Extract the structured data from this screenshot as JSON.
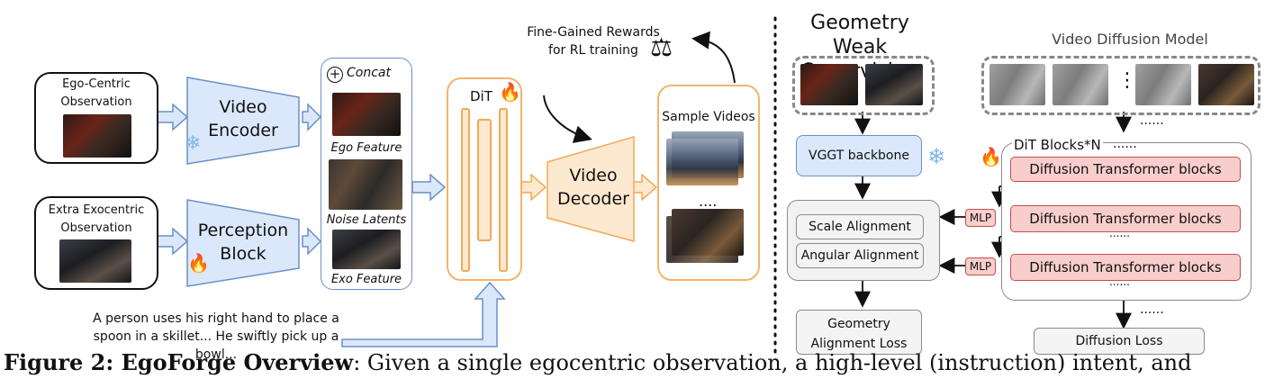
{
  "left": {
    "ego_obs_label": "Ego-Centric Observation",
    "exo_obs_label": "Extra Exocentric Observation",
    "video_encoder": "Video Encoder",
    "perception_block": "Perception Block",
    "concat_label": "Concat",
    "features": [
      "Ego Feature",
      "Noise Latents",
      "Exo Feature"
    ],
    "dit_label": "DiT",
    "video_decoder": "Video Decoder",
    "reward_label": "Fine-Gained Rewards for RL training",
    "sample_videos_label": "Sample Videos",
    "sample_dots": "....",
    "prompt_text": "A person uses his right hand to place a spoon in a skillet... He swiftly pick up a bowl..."
  },
  "middle": {
    "title": "Geometry Weak Supervision",
    "backbone": "VGGT backbone",
    "scale_alignment": "Scale Alignment",
    "angular_alignment": "Angular Alignment",
    "loss": "Geometry Alignment Loss"
  },
  "right": {
    "title": "Video Diffusion Model",
    "frame_dots": "⋮",
    "dots_top": "......",
    "dit_blocks_label": "DiT Blocks*N",
    "dit_blocks_dots": "......",
    "blocks": [
      "Diffusion Transformer blocks",
      "Diffusion Transformer blocks",
      "Diffusion Transformer blocks"
    ],
    "mlp_label": "MLP",
    "dots_between": [
      "......",
      "......"
    ],
    "dots_bottom": "......",
    "loss": "Diffusion Loss"
  },
  "caption": {
    "bold": "Figure 2: EgoForge Overview",
    "rest": ": Given a single egocentric observation, a high-level (instruction) intent, and"
  },
  "icons": [
    "snowflake-icon",
    "fire-icon",
    "scale-icon",
    "plus-circle-icon"
  ],
  "colors": {
    "blue_fill": "#dbe8fb",
    "blue_stroke": "#6b8fc7",
    "orange_stroke": "#f5b36b",
    "pink_fill": "#f8cecc",
    "pink_stroke": "#c0504d"
  }
}
